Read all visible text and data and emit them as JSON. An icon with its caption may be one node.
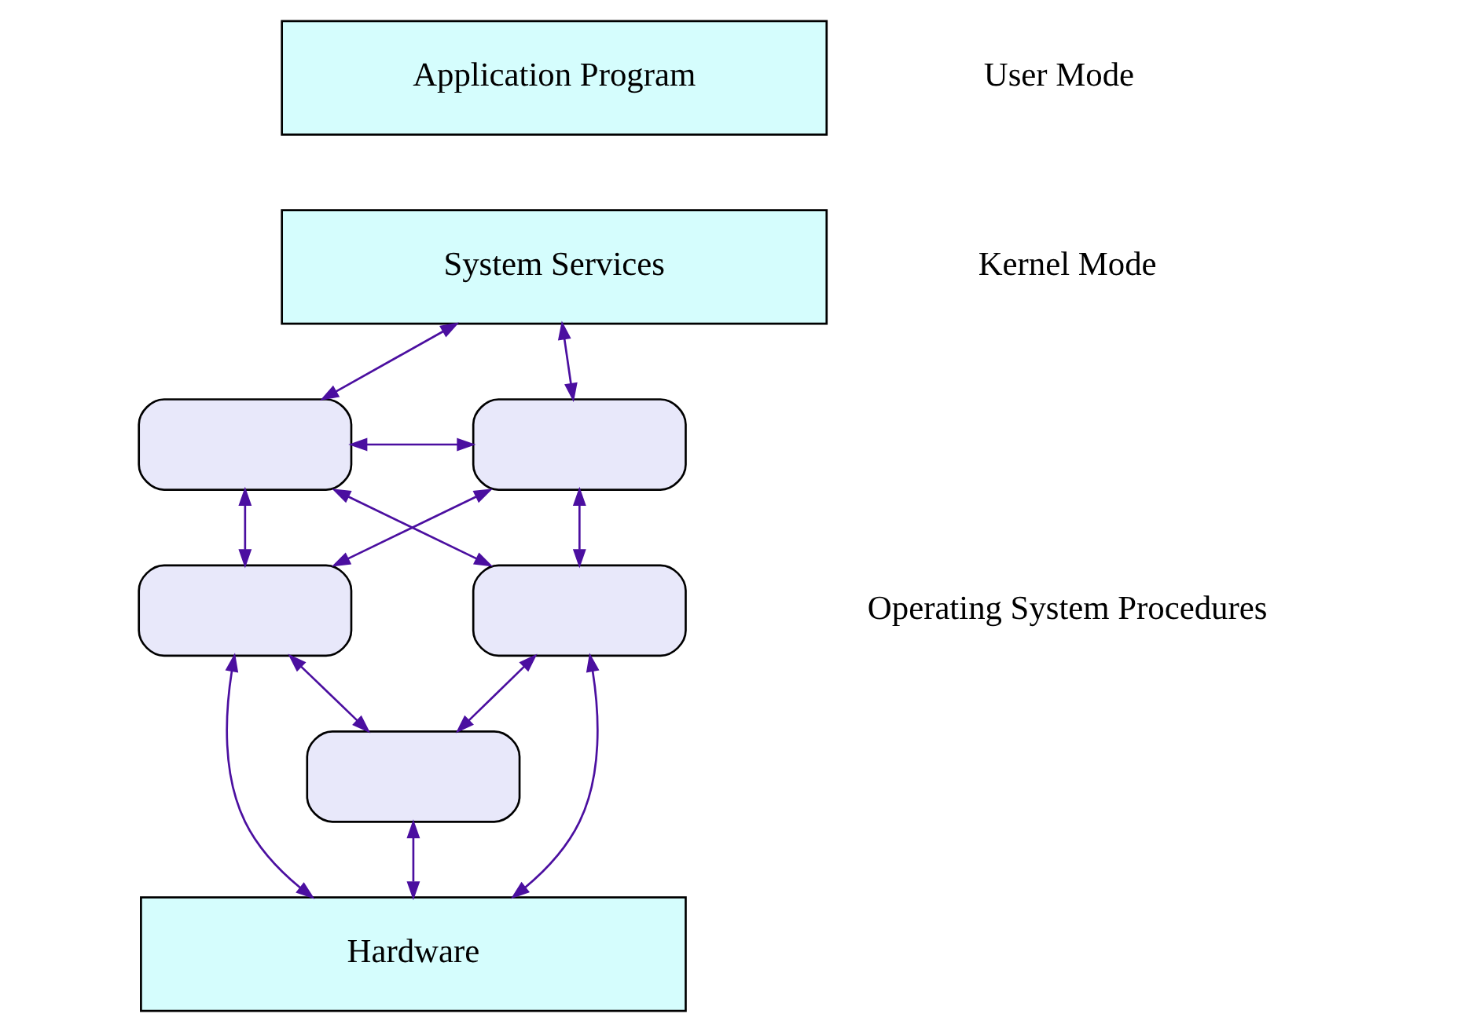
{
  "diagram": {
    "nodes": [
      {
        "text": [
          "Application Program"
        ]
      },
      {
        "text": [
          "System Services"
        ]
      },
      {
        "text": [
          "Hardware"
        ]
      },
      {
        "text": [],
        "shape": "pill"
      },
      {
        "text": [],
        "shape": "pill"
      },
      {
        "text": [],
        "shape": "pill"
      },
      {
        "text": [],
        "shape": "pill"
      },
      {
        "text": [],
        "shape": "pill"
      }
    ],
    "edges": [
      {
        "from": 1,
        "to": 3,
        "arrow": "both"
      },
      {
        "from": 1,
        "to": 4,
        "arrow": "both"
      },
      {
        "from": 3,
        "to": 4,
        "arrow": "both"
      },
      {
        "from": 3,
        "to": 5,
        "arrow": "both"
      },
      {
        "from": 3,
        "to": 6,
        "arrow": "both"
      },
      {
        "from": 4,
        "to": 5,
        "arrow": "both"
      },
      {
        "from": 4,
        "to": 6,
        "arrow": "both"
      },
      {
        "from": 5,
        "to": 7,
        "arrow": "both"
      },
      {
        "from": 6,
        "to": 7,
        "arrow": "both"
      },
      {
        "from": 5,
        "to": 2,
        "arrow": "both"
      },
      {
        "from": 7,
        "to": 2,
        "arrow": "both"
      },
      {
        "from": 6,
        "to": 2,
        "arrow": "both"
      }
    ],
    "labels": [
      "User Mode",
      "Kernel Mode",
      "Operating System Procedures"
    ]
  }
}
